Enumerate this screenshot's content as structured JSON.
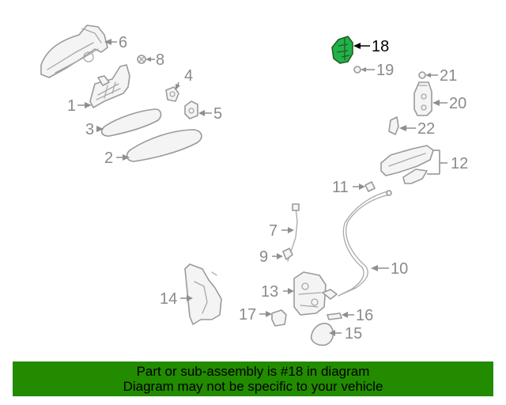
{
  "diagram": {
    "highlighted_part": "18",
    "colors": {
      "banner_background": "#228b00",
      "highlight_fill": "#22b14c",
      "callout_gray": "#8a8a8a",
      "highlight_text": "#000000"
    },
    "callouts": [
      {
        "id": "c1",
        "label": "1"
      },
      {
        "id": "c2",
        "label": "2"
      },
      {
        "id": "c3",
        "label": "3"
      },
      {
        "id": "c4",
        "label": "4"
      },
      {
        "id": "c5",
        "label": "5"
      },
      {
        "id": "c6",
        "label": "6"
      },
      {
        "id": "c7",
        "label": "7"
      },
      {
        "id": "c8",
        "label": "8"
      },
      {
        "id": "c9",
        "label": "9"
      },
      {
        "id": "c10",
        "label": "10"
      },
      {
        "id": "c11",
        "label": "11"
      },
      {
        "id": "c12",
        "label": "12"
      },
      {
        "id": "c13",
        "label": "13"
      },
      {
        "id": "c14",
        "label": "14"
      },
      {
        "id": "c15",
        "label": "15"
      },
      {
        "id": "c16",
        "label": "16"
      },
      {
        "id": "c17",
        "label": "17"
      },
      {
        "id": "c18",
        "label": "18"
      },
      {
        "id": "c19",
        "label": "19"
      },
      {
        "id": "c20",
        "label": "20"
      },
      {
        "id": "c21",
        "label": "21"
      },
      {
        "id": "c22",
        "label": "22"
      }
    ]
  },
  "banner": {
    "line1": "Part or sub-assembly is #18 in diagram",
    "line2": "Diagram may not be specific to your vehicle"
  }
}
